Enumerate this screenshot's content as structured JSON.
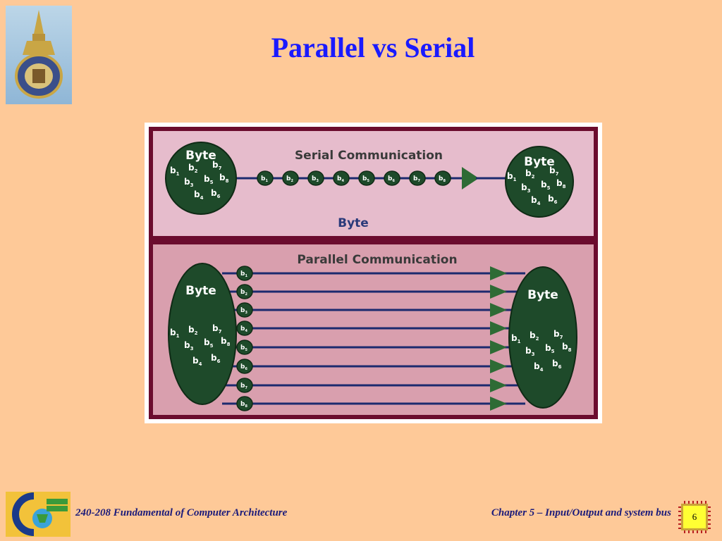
{
  "title": "Parallel vs Serial",
  "diagram": {
    "serial_title": "Serial  Communication",
    "parallel_title": "Parallel  Communication",
    "byte_word": "Byte",
    "bit_subscripts": [
      "1",
      "2",
      "3",
      "4",
      "5",
      "6",
      "7",
      "8"
    ],
    "colors": {
      "frame": "#6b0c2e",
      "serial_bg": "#e6bccc",
      "parallel_bg": "#d99fae",
      "node": "#1e4a2a",
      "line": "#1c2a6e",
      "arrow": "#2e6b35"
    }
  },
  "footer": {
    "course_number": "240-",
    "course_rest": "208 Fundamental of Computer Architecture",
    "chapter": "Chapter 5 – Input/Output and system bus",
    "page_number": "6"
  },
  "icons": {
    "top_logo": "university-emblem-icon",
    "footer_logo": "department-logo-icon",
    "page_chip": "chip-icon"
  }
}
